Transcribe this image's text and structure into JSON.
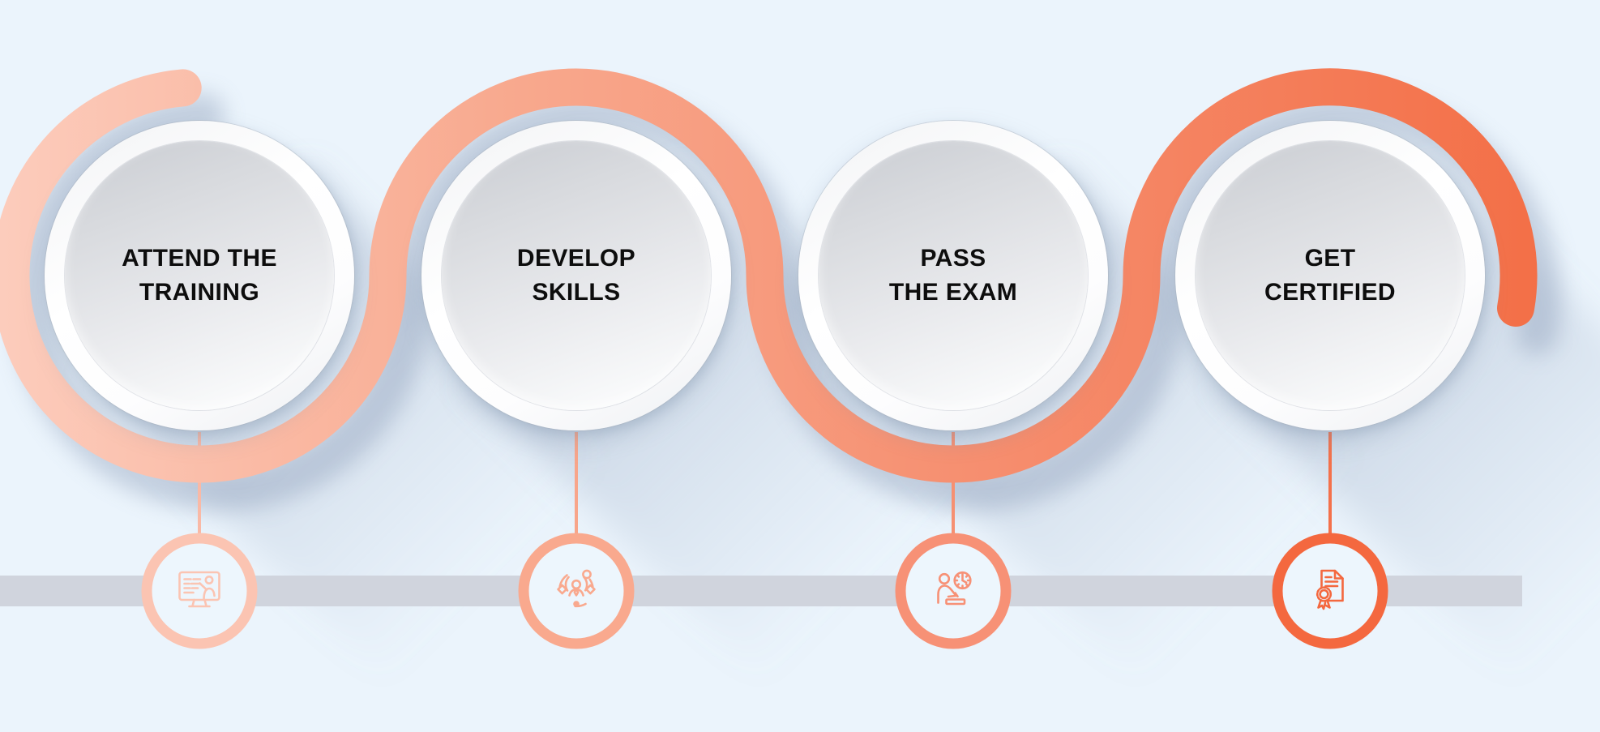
{
  "background_color": "#ebf4fc",
  "bar_color": "#d0d4dd",
  "icon_circle_fill": "#edf6fd",
  "shadow_color": "#8b9cb8",
  "snake_gradient": {
    "start": "#fcccbc",
    "second": "#f8a88d",
    "third": "#f68f70",
    "end": "#f36f47"
  },
  "steps": [
    {
      "line1": "ATTEND THE",
      "line2": "TRAINING",
      "icon": "training-presentation-icon",
      "accent": "#fbc4b2",
      "connector_color": "#f9b9a6"
    },
    {
      "line1": "DEVELOP",
      "line2": "SKILLS",
      "icon": "develop-skills-icon",
      "accent": "#f9a98e",
      "connector_color": "#f8a58a"
    },
    {
      "line1": "PASS",
      "line2": "THE EXAM",
      "icon": "exam-timer-icon",
      "accent": "#f79176",
      "connector_color": "#f69072"
    },
    {
      "line1": "GET",
      "line2": "CERTIFIED",
      "icon": "certificate-icon",
      "accent": "#f4683f",
      "connector_color": "#f4714b"
    }
  ]
}
